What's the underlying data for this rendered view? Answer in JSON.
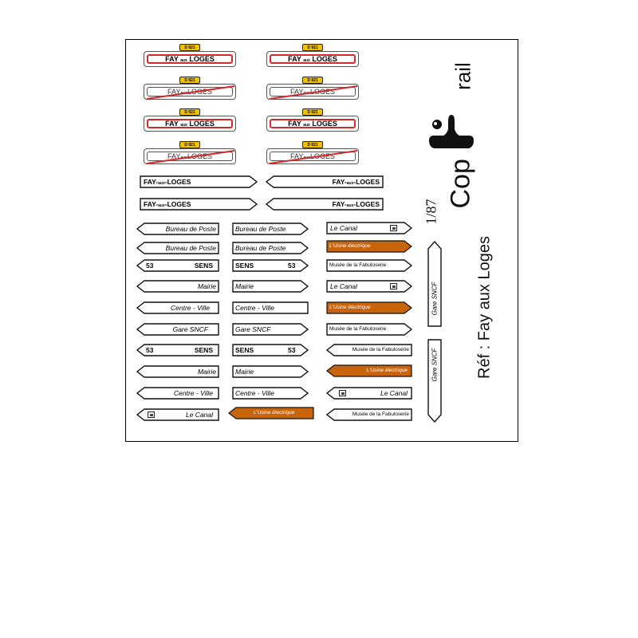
{
  "town_signs": {
    "road": "D 921",
    "name_prefix": "FAY",
    "name_small": "aux",
    "name_suffix": "LOGES",
    "exit_small": "aux"
  },
  "town_arrows": {
    "town": "FAY",
    "small": "aux",
    "suffix": "LOGES"
  },
  "signs": {
    "bureau_poste": "Bureau de Poste",
    "sens": "SENS",
    "sens_km": "53",
    "mairie": "Mairie",
    "centre_ville": "Centre - Ville",
    "gare": "Gare SNCF",
    "canal": "Le Canal",
    "usine": "L'Usine électrique",
    "musee": "Musée de la Fabuloserie"
  },
  "vertical": {
    "gare": "Gare SNCF"
  },
  "brand": {
    "scale": "1/87",
    "name_cop": "Cop",
    "name_rail": "rail",
    "ref": "Réf : Fay aux Loges"
  },
  "colors": {
    "orange": "#c8650c",
    "red": "#d42a2a",
    "yellow": "#f2c200"
  }
}
